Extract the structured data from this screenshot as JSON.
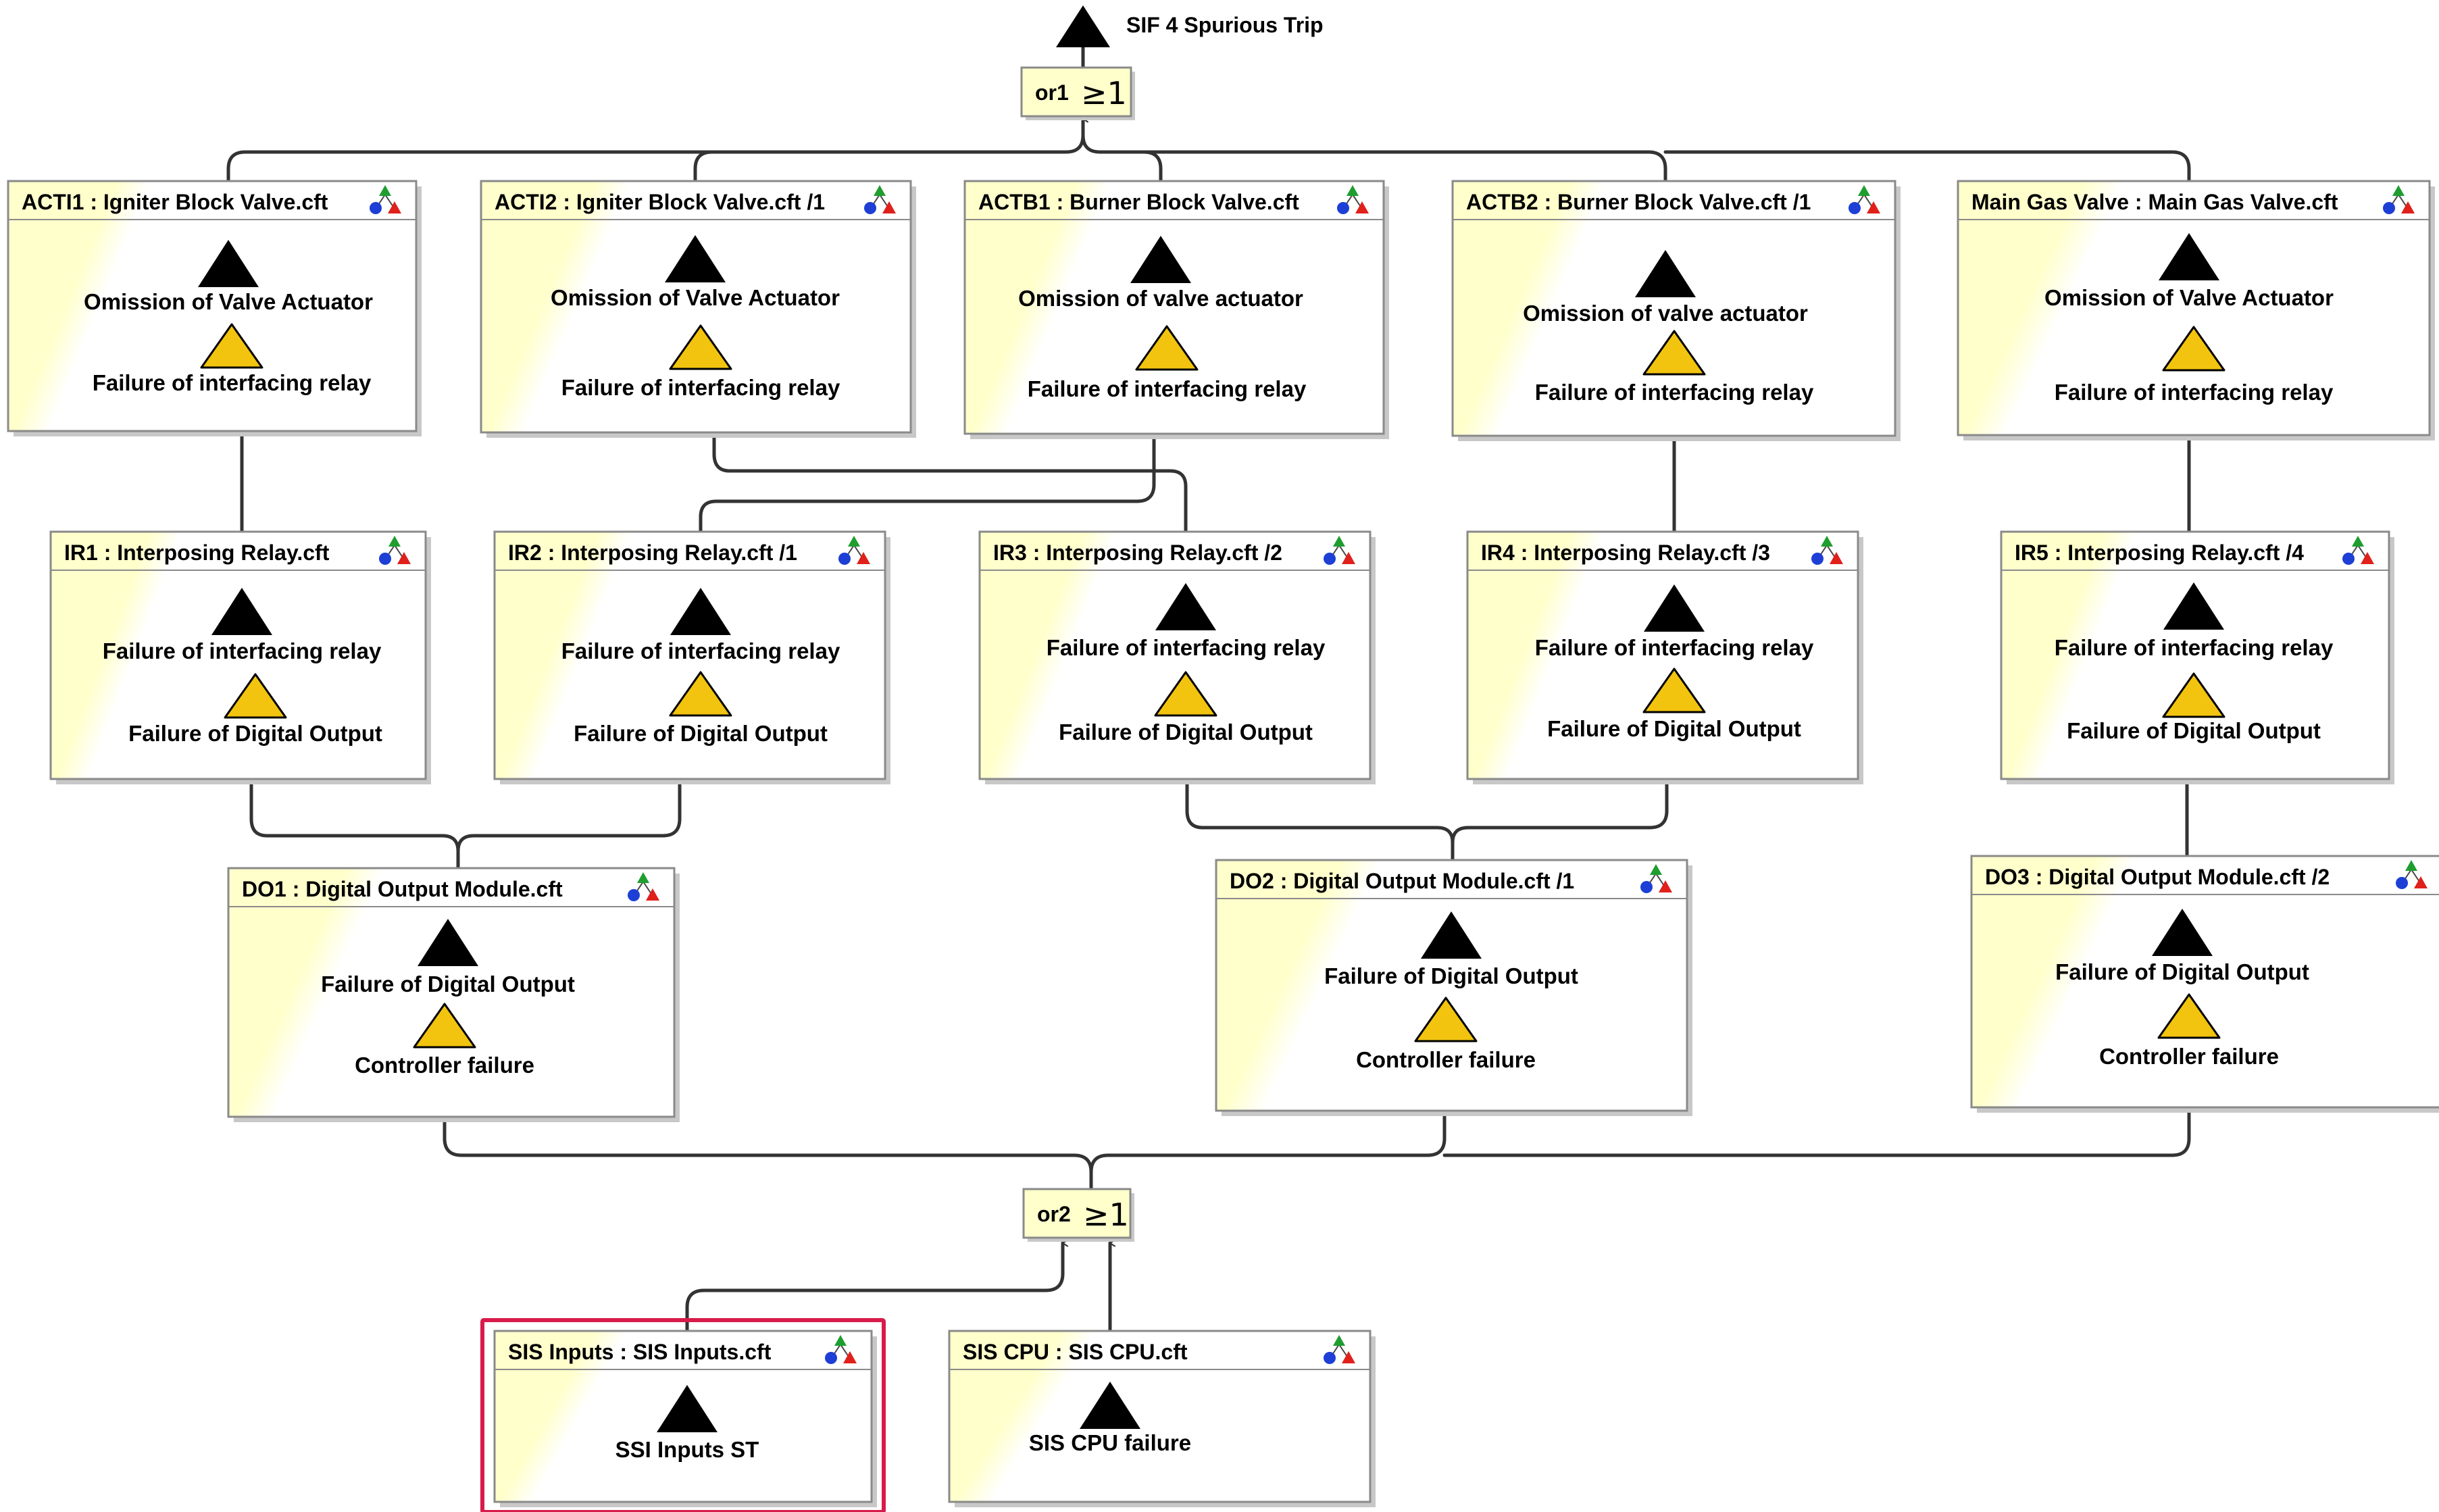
{
  "top_event": {
    "label": "SIF 4 Spurious Trip"
  },
  "gates": [
    {
      "id": "or1",
      "label": "or1",
      "symbol": "≥1"
    },
    {
      "id": "or2",
      "label": "or2",
      "symbol": "≥1"
    }
  ],
  "components": [
    {
      "id": "acti1",
      "title": "ACTI1 : Igniter Block Valve.cft",
      "output": "Omission of Valve Actuator",
      "input": "Failure of interfacing relay"
    },
    {
      "id": "acti2",
      "title": "ACTI2 : Igniter Block Valve.cft /1",
      "output": "Omission of Valve Actuator",
      "input": "Failure of interfacing relay"
    },
    {
      "id": "actb1",
      "title": "ACTB1 : Burner Block Valve.cft",
      "output": "Omission of valve actuator",
      "input": "Failure of interfacing relay"
    },
    {
      "id": "actb2",
      "title": "ACTB2 : Burner Block Valve.cft /1",
      "output": "Omission of valve actuator",
      "input": "Failure of interfacing relay"
    },
    {
      "id": "mgv",
      "title": "Main Gas Valve : Main Gas Valve.cft",
      "output": "Omission of Valve Actuator",
      "input": "Failure of interfacing relay"
    },
    {
      "id": "ir1",
      "title": "IR1 : Interposing Relay.cft",
      "output": "Failure of interfacing relay",
      "input": "Failure of Digital Output"
    },
    {
      "id": "ir2",
      "title": "IR2 : Interposing Relay.cft /1",
      "output": "Failure of interfacing relay",
      "input": "Failure of Digital Output"
    },
    {
      "id": "ir3",
      "title": "IR3 : Interposing Relay.cft /2",
      "output": "Failure of interfacing relay",
      "input": "Failure of Digital Output"
    },
    {
      "id": "ir4",
      "title": "IR4 : Interposing Relay.cft /3",
      "output": "Failure of interfacing relay",
      "input": "Failure of Digital Output"
    },
    {
      "id": "ir5",
      "title": "IR5 : Interposing Relay.cft /4",
      "output": "Failure of interfacing relay",
      "input": "Failure of Digital Output"
    },
    {
      "id": "do1",
      "title": "DO1 : Digital Output Module.cft",
      "output": "Failure of Digital Output",
      "input": "Controller failure"
    },
    {
      "id": "do2",
      "title": "DO2 : Digital Output Module.cft /1",
      "output": "Failure of Digital Output",
      "input": "Controller failure"
    },
    {
      "id": "do3",
      "title": "DO3 : Digital Output Module.cft /2",
      "output": "Failure of Digital Output",
      "input": "Controller failure"
    },
    {
      "id": "sis_inputs",
      "title": "SIS Inputs : SIS Inputs.cft",
      "output": "SSI Inputs ST",
      "input": ""
    },
    {
      "id": "sis_cpu",
      "title": "SIS CPU : SIS CPU.cft",
      "output": "SIS CPU failure",
      "input": ""
    }
  ],
  "highlight": {
    "component": "sis_inputs",
    "color": "#d81b4a"
  },
  "colors": {
    "box_fill": "#ffffcc",
    "input_port": "#f2c40f",
    "output_port": "#000000",
    "connector": "#333333",
    "icon_green": "#1e9e2f",
    "icon_blue": "#1d3fd6",
    "icon_red": "#e0201b"
  }
}
